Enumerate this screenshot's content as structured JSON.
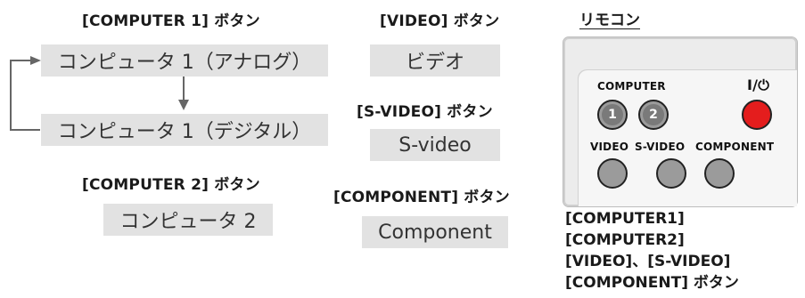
{
  "col1": {
    "computer1_header": "[COMPUTER 1] ボタン",
    "analog_box": "コンピュータ 1（アナログ）",
    "digital_box": "コンピュータ 1（デジタル）",
    "computer2_header": "[COMPUTER 2] ボタン",
    "computer2_box": "コンピュータ 2"
  },
  "col2": {
    "video_header": "[VIDEO] ボタン",
    "video_box": "ビデオ",
    "svideo_header": "[S-VIDEO] ボタン",
    "svideo_box": "S-video",
    "component_header": "[COMPONENT] ボタン",
    "component_box": "Component"
  },
  "remote": {
    "title": "リモコン",
    "computer_label": "COMPUTER",
    "power_label": "I/⏻",
    "btn1": "1",
    "btn2": "2",
    "video_label": "VIDEO",
    "svideo_label": "S-VIDEO",
    "component_label": "COMPONENT"
  },
  "bottom_labels": {
    "line1": "[COMPUTER1]",
    "line2": "[COMPUTER2]",
    "line3": "[VIDEO]、[S-VIDEO]",
    "line4": "[COMPONENT] ボタン"
  },
  "colors": {
    "box_bg": "#e2e2e2",
    "power_red": "#e41d1d",
    "button_gray": "#9b9b9b"
  }
}
